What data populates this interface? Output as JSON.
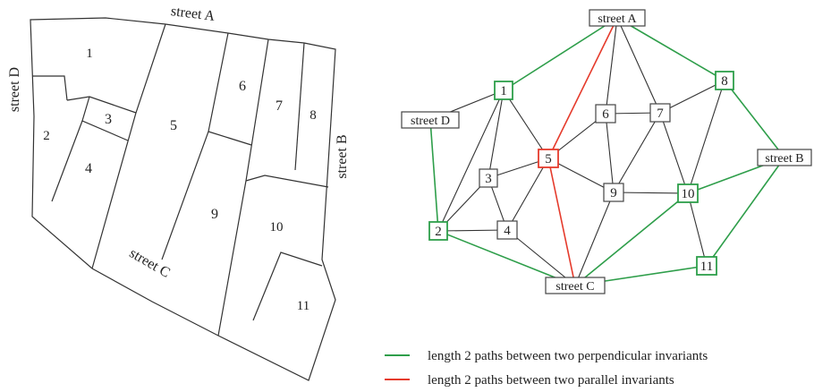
{
  "colors": {
    "green": "#2e9e4a",
    "red": "#e53b2c",
    "black": "#333333",
    "teal": "#2b9a8b"
  },
  "map": {
    "lot_labels": [
      {
        "id": "1",
        "text": "1",
        "color": "teal"
      },
      {
        "id": "2",
        "text": "2",
        "color": "teal"
      },
      {
        "id": "3",
        "text": "3",
        "color": "black"
      },
      {
        "id": "4",
        "text": "4",
        "color": "black"
      },
      {
        "id": "5",
        "text": "5",
        "color": "red"
      },
      {
        "id": "6",
        "text": "6",
        "color": "black"
      },
      {
        "id": "7",
        "text": "7",
        "color": "black"
      },
      {
        "id": "8",
        "text": "8",
        "color": "teal"
      },
      {
        "id": "9",
        "text": "9",
        "color": "black"
      },
      {
        "id": "10",
        "text": "10",
        "color": "teal"
      },
      {
        "id": "11",
        "text": "11",
        "color": "teal"
      }
    ],
    "street_labels": {
      "A": "street A",
      "B": "street B",
      "C": "street C",
      "D": "street D"
    }
  },
  "graph": {
    "nodes": [
      {
        "id": "A",
        "label": "street A",
        "kind": "street"
      },
      {
        "id": "D",
        "label": "street D",
        "kind": "street"
      },
      {
        "id": "B",
        "label": "street B",
        "kind": "street"
      },
      {
        "id": "C",
        "label": "street C",
        "kind": "street"
      },
      {
        "id": "1",
        "label": "1",
        "kind": "green"
      },
      {
        "id": "2",
        "label": "2",
        "kind": "green"
      },
      {
        "id": "3",
        "label": "3",
        "kind": "plain"
      },
      {
        "id": "4",
        "label": "4",
        "kind": "plain"
      },
      {
        "id": "5",
        "label": "5",
        "kind": "red"
      },
      {
        "id": "6",
        "label": "6",
        "kind": "plain"
      },
      {
        "id": "7",
        "label": "7",
        "kind": "plain"
      },
      {
        "id": "8",
        "label": "8",
        "kind": "green"
      },
      {
        "id": "9",
        "label": "9",
        "kind": "plain"
      },
      {
        "id": "10",
        "label": "10",
        "kind": "green"
      },
      {
        "id": "11",
        "label": "11",
        "kind": "green"
      }
    ],
    "edges": [
      [
        "A",
        "1",
        "green"
      ],
      [
        "A",
        "8",
        "green"
      ],
      [
        "A",
        "5",
        "red"
      ],
      [
        "A",
        "6",
        "black"
      ],
      [
        "A",
        "7",
        "black"
      ],
      [
        "D",
        "1",
        "black"
      ],
      [
        "D",
        "2",
        "green"
      ],
      [
        "1",
        "2",
        "black"
      ],
      [
        "1",
        "3",
        "black"
      ],
      [
        "1",
        "5",
        "black"
      ],
      [
        "2",
        "3",
        "black"
      ],
      [
        "2",
        "4",
        "black"
      ],
      [
        "2",
        "C",
        "green"
      ],
      [
        "3",
        "4",
        "black"
      ],
      [
        "3",
        "5",
        "black"
      ],
      [
        "4",
        "5",
        "black"
      ],
      [
        "4",
        "C",
        "black"
      ],
      [
        "5",
        "6",
        "black"
      ],
      [
        "5",
        "9",
        "black"
      ],
      [
        "5",
        "C",
        "red"
      ],
      [
        "6",
        "7",
        "black"
      ],
      [
        "6",
        "9",
        "black"
      ],
      [
        "7",
        "8",
        "black"
      ],
      [
        "7",
        "9",
        "black"
      ],
      [
        "7",
        "10",
        "black"
      ],
      [
        "8",
        "10",
        "black"
      ],
      [
        "8",
        "B",
        "green"
      ],
      [
        "9",
        "10",
        "black"
      ],
      [
        "9",
        "C",
        "black"
      ],
      [
        "10",
        "11",
        "black"
      ],
      [
        "10",
        "B",
        "green"
      ],
      [
        "10",
        "C",
        "green"
      ],
      [
        "11",
        "B",
        "green"
      ],
      [
        "11",
        "C",
        "green"
      ]
    ]
  },
  "legend": [
    {
      "text": "length 2 paths between two perpendicular invariants",
      "color": "green"
    },
    {
      "text": "length 2 paths between two parallel invariants",
      "color": "red"
    }
  ]
}
